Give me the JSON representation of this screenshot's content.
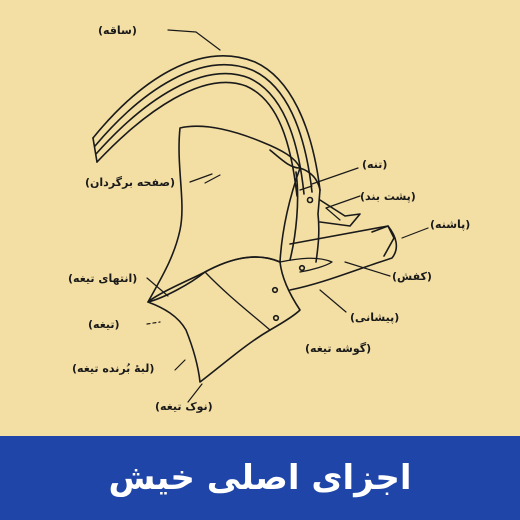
{
  "diagram": {
    "labels": {
      "shank": "(ساقه)",
      "moldboard": "(صفحه برگردان)",
      "frog": "(تنه)",
      "brace": "(پشت بند)",
      "heel": "(پاشنه)",
      "landside": "(کفش)",
      "shin": "(پیشانی)",
      "share_wing": "(انتهای تیغه)",
      "share": "(تیغه)",
      "share_corner": "(گوشه تیغه)",
      "cutting_edge": "(لبهٔ بُرنده تیغه)",
      "share_point": "(نوک تیغه)"
    }
  },
  "banner": {
    "title": "اجزای اصلی خیش",
    "background": "#1f45a8",
    "text_color": "#ffffff"
  },
  "colors": {
    "paper": "#f3dfa4",
    "ink": "#1a1a1a"
  }
}
